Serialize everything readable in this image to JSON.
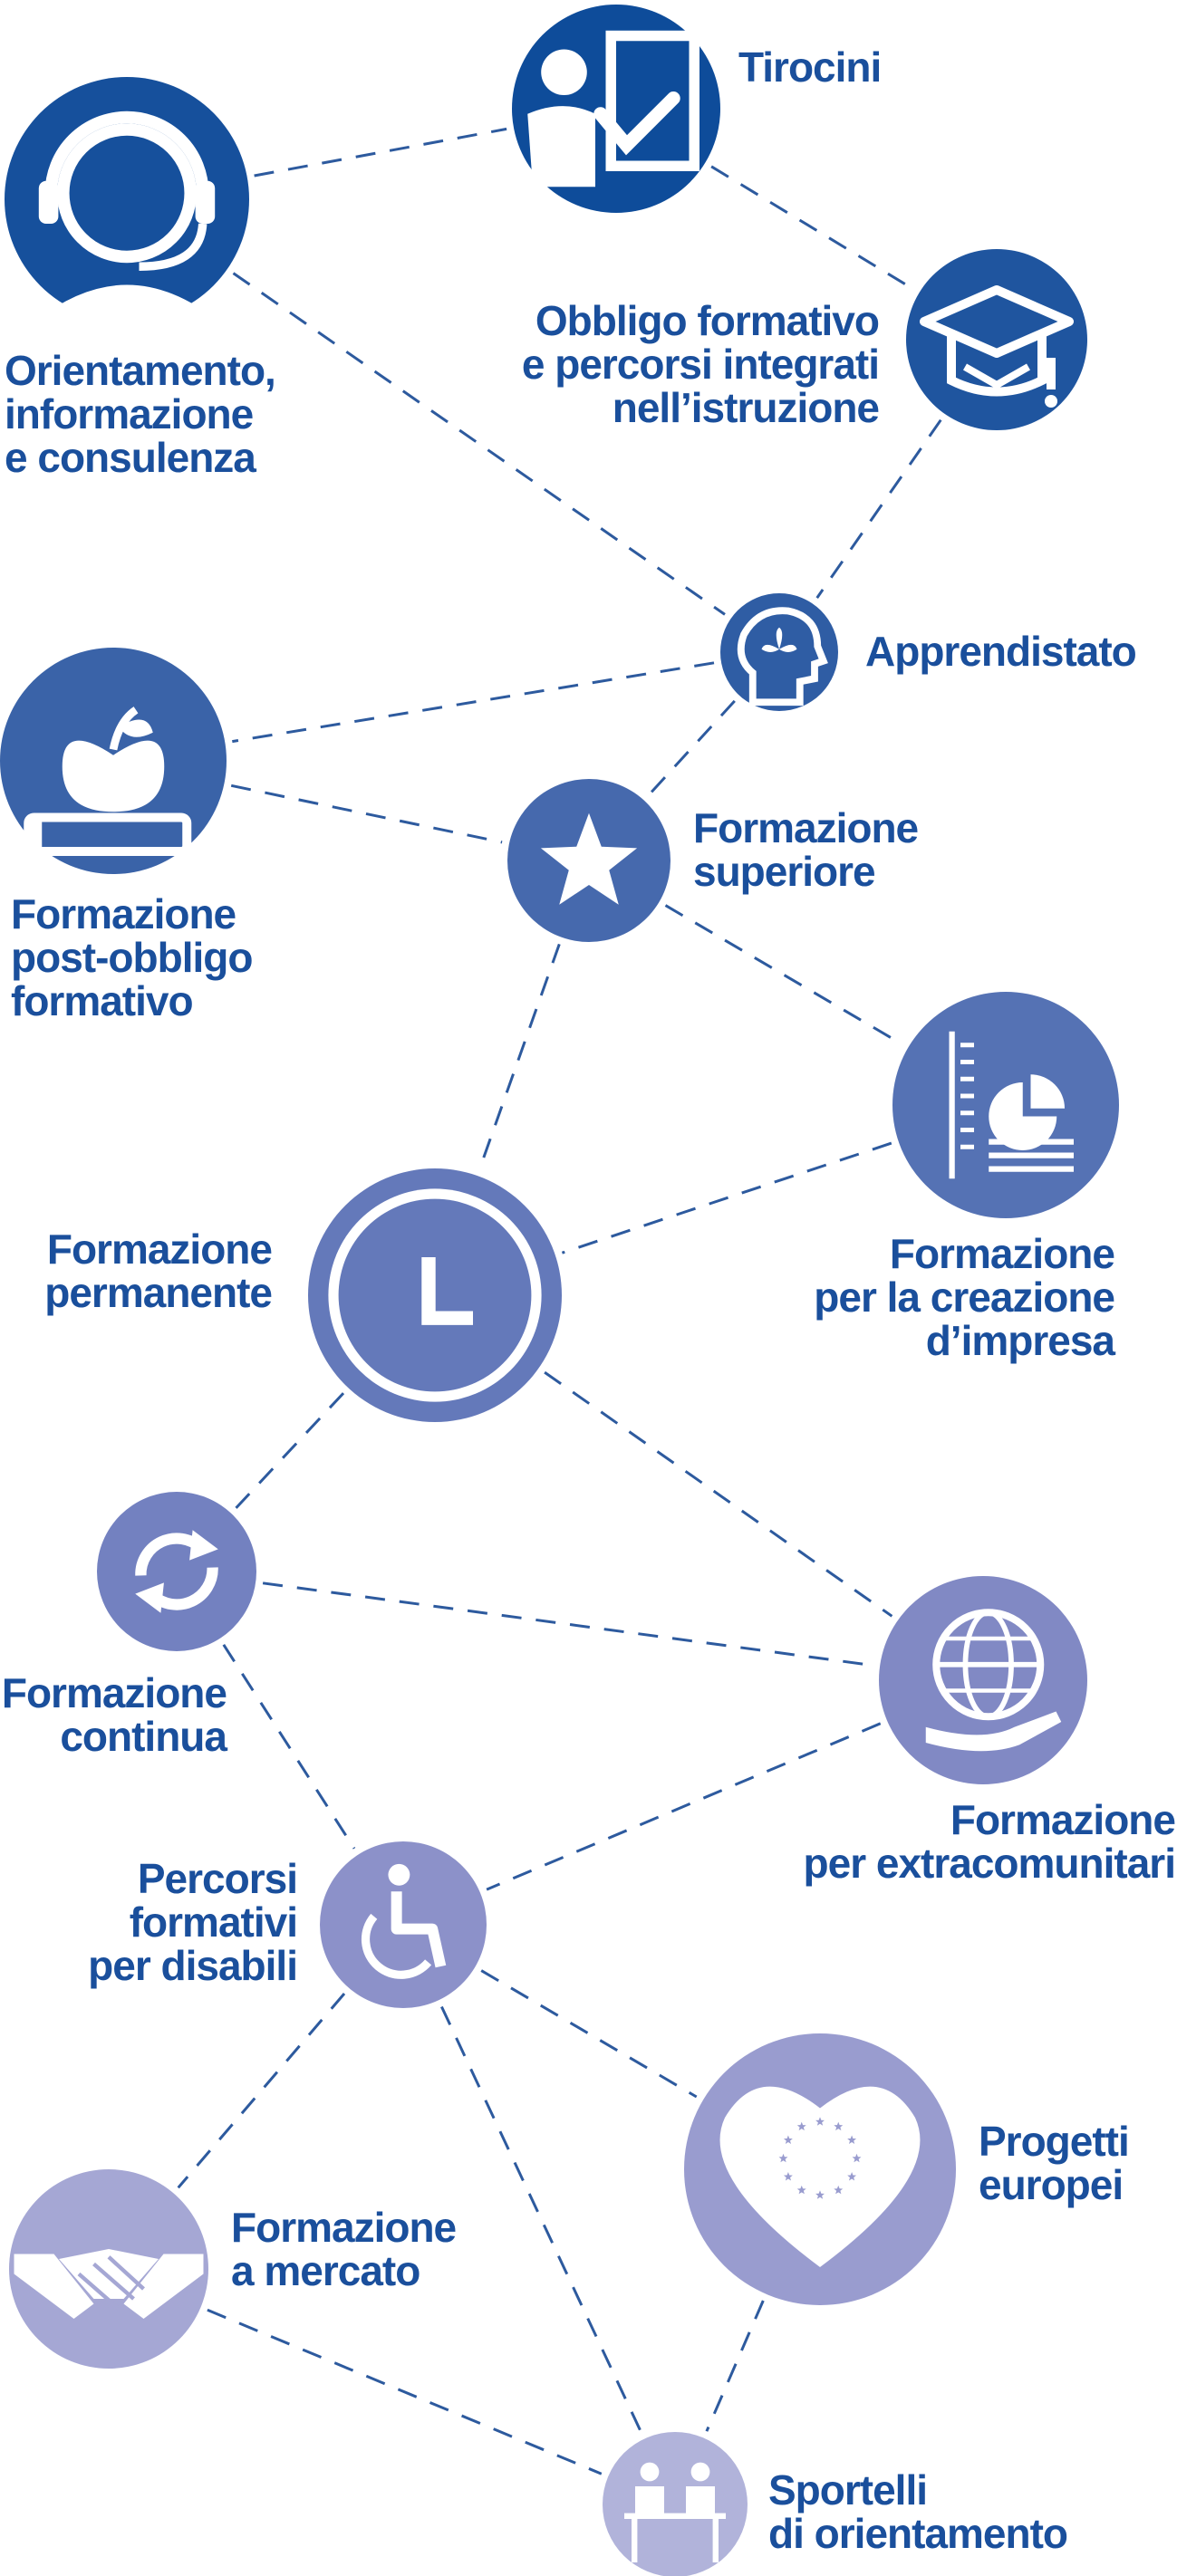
{
  "nodes": {
    "tirocini": {
      "lines": [
        "Tirocini"
      ],
      "icon": "presentation-icon",
      "color": "#0e4c9a"
    },
    "orientamento": {
      "lines": [
        "Orientamento,",
        "informazione",
        "e consulenza"
      ],
      "icon": "headset-icon",
      "color": "#16509c"
    },
    "obbligo": {
      "lines": [
        "Obbligo formativo",
        "e percorsi integrati",
        "nell’istruzione"
      ],
      "icon": "graduation-cap-icon",
      "color": "#1f559f"
    },
    "apprendistato": {
      "lines": [
        "Apprendistato"
      ],
      "icon": "head-lotus-icon",
      "color": "#2f5da4"
    },
    "post_obbligo": {
      "lines": [
        "Formazione",
        "post-obbligo",
        "formativo"
      ],
      "icon": "apple-book-icon",
      "color": "#3a63a8"
    },
    "superiore": {
      "lines": [
        "Formazione",
        "superiore"
      ],
      "icon": "star-icon",
      "color": "#4669ad"
    },
    "creazione_impresa": {
      "lines": [
        "Formazione",
        "per la creazione",
        "d’impresa"
      ],
      "icon": "report-chart-icon",
      "color": "#5572b4"
    },
    "permanente": {
      "lines": [
        "Formazione",
        "permanente"
      ],
      "icon": "clock-icon",
      "color": "#6479ba"
    },
    "continua": {
      "lines": [
        "Formazione",
        "continua"
      ],
      "icon": "refresh-arrows-icon",
      "color": "#7381c0"
    },
    "extracomunitari": {
      "lines": [
        "Formazione",
        "per extracomunitari"
      ],
      "icon": "globe-hand-icon",
      "color": "#8189c4"
    },
    "disabili": {
      "lines": [
        "Percorsi",
        "formativi",
        "per disabili"
      ],
      "icon": "wheelchair-icon",
      "color": "#8c91c9"
    },
    "europei": {
      "lines": [
        "Progetti",
        "europei"
      ],
      "icon": "eu-heart-icon",
      "color": "#999ccf"
    },
    "mercato": {
      "lines": [
        "Formazione",
        "a mercato"
      ],
      "icon": "handshake-icon",
      "color": "#a5a7d4"
    },
    "sportelli": {
      "lines": [
        "Sportelli",
        "di orientamento"
      ],
      "icon": "counter-desk-icon",
      "color": "#b1b3da"
    }
  },
  "edges": [
    [
      "orientamento",
      "tirocini"
    ],
    [
      "tirocini",
      "obbligo"
    ],
    [
      "orientamento",
      "apprendistato"
    ],
    [
      "obbligo",
      "apprendistato"
    ],
    [
      "apprendistato",
      "post_obbligo"
    ],
    [
      "apprendistato",
      "superiore"
    ],
    [
      "post_obbligo",
      "superiore"
    ],
    [
      "superiore",
      "creazione_impresa"
    ],
    [
      "superiore",
      "permanente"
    ],
    [
      "creazione_impresa",
      "permanente"
    ],
    [
      "permanente",
      "continua"
    ],
    [
      "permanente",
      "extracomunitari"
    ],
    [
      "continua",
      "extracomunitari"
    ],
    [
      "continua",
      "disabili"
    ],
    [
      "extracomunitari",
      "disabili"
    ],
    [
      "disabili",
      "europei"
    ],
    [
      "disabili",
      "mercato"
    ],
    [
      "disabili",
      "sportelli"
    ],
    [
      "mercato",
      "sportelli"
    ],
    [
      "europei",
      "sportelli"
    ]
  ],
  "line_color": "#2d5a9e"
}
